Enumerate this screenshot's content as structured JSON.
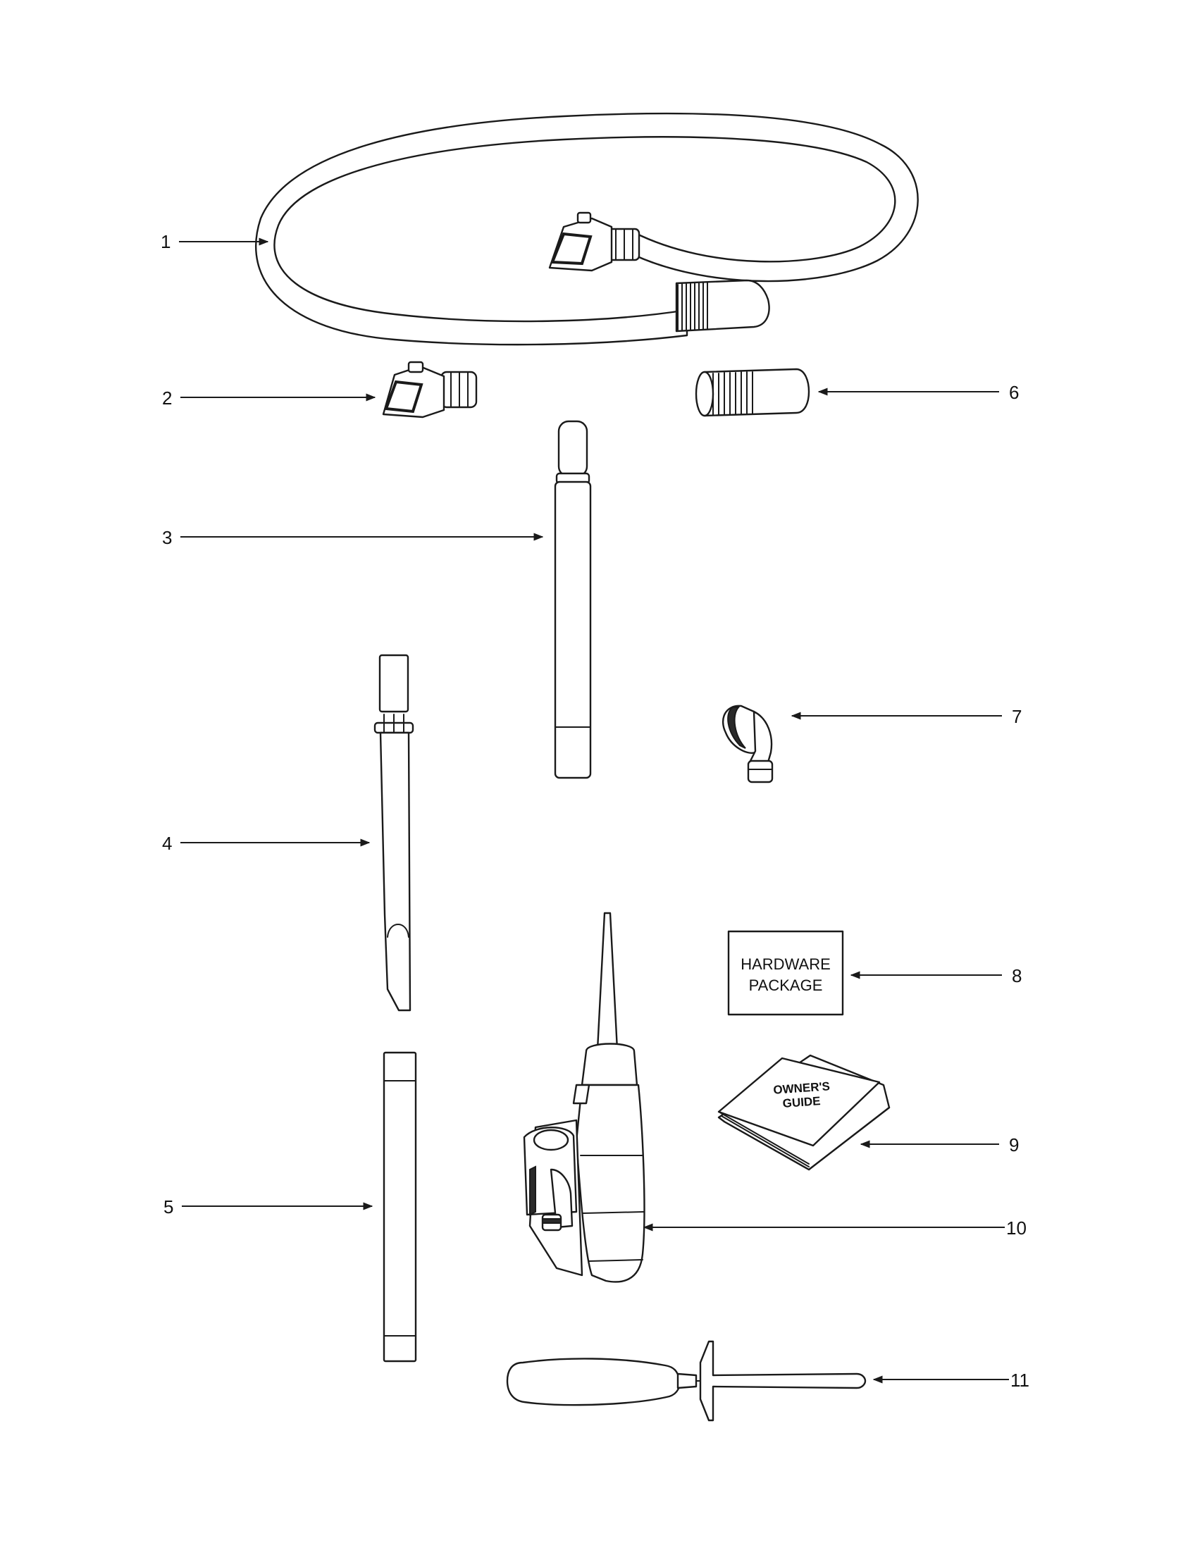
{
  "callouts": [
    {
      "id": "1",
      "label": "1"
    },
    {
      "id": "2",
      "label": "2"
    },
    {
      "id": "3",
      "label": "3"
    },
    {
      "id": "4",
      "label": "4"
    },
    {
      "id": "5",
      "label": "5"
    },
    {
      "id": "6",
      "label": "6"
    },
    {
      "id": "7",
      "label": "7"
    },
    {
      "id": "8",
      "label": "8"
    },
    {
      "id": "9",
      "label": "9"
    },
    {
      "id": "10",
      "label": "10"
    },
    {
      "id": "11",
      "label": "11"
    }
  ],
  "hardware_package": {
    "line1": "HARDWARE",
    "line2": "PACKAGE"
  },
  "owners_guide": {
    "line1": "OWNER'S",
    "line2": "GUIDE"
  },
  "colors": {
    "ink": "#1a1a1a",
    "paper": "#ffffff"
  }
}
